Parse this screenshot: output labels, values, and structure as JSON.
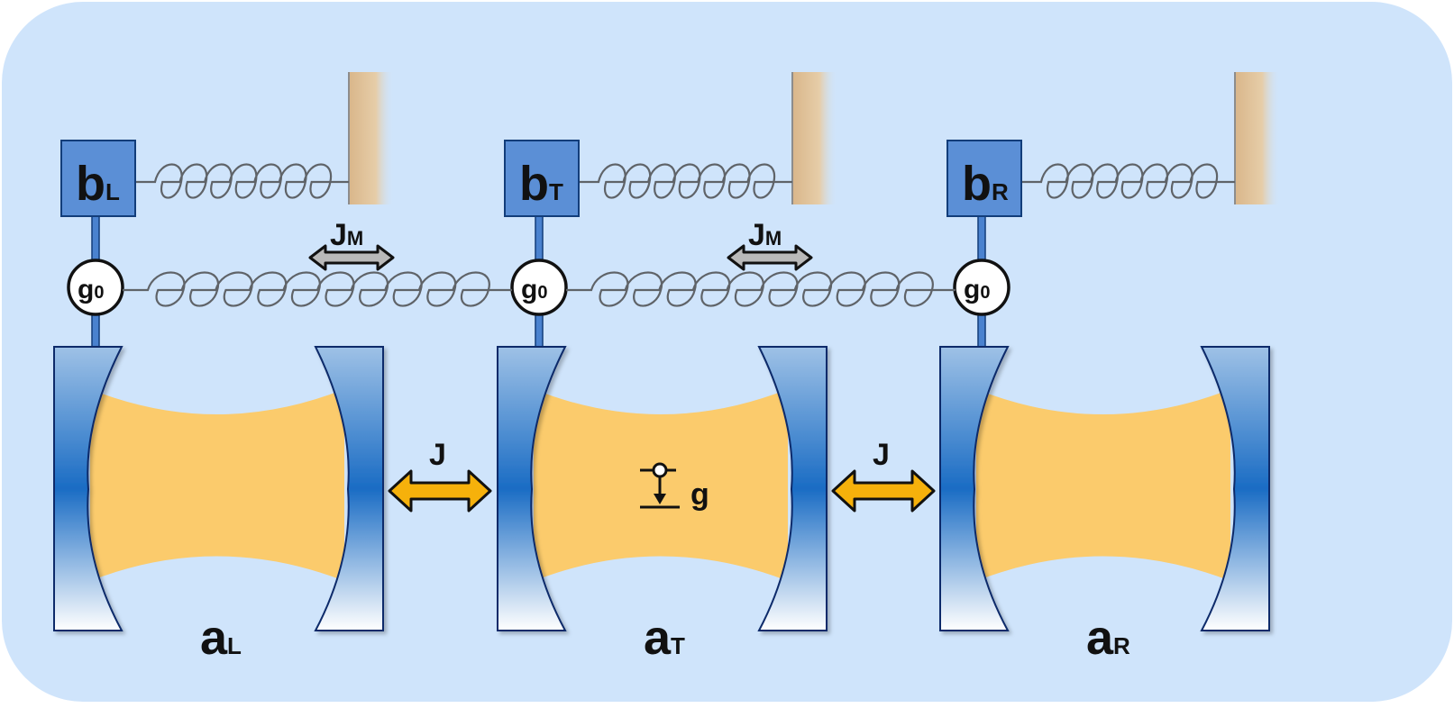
{
  "colors": {
    "background": "#cfe4fb",
    "mechanical_box": "#5b8fd6",
    "cavity_field": "#fbcb6c",
    "mirror_dark": "#1a6cc4",
    "mirror_light": "#ffffff",
    "coupling_arrow_optical": "#f6b10b",
    "coupling_arrow_mechanical": "#b9b9b9",
    "wall": "#d9b68a",
    "spring": "#5f6368"
  },
  "icons": {
    "spring": "helical-spring-icon",
    "wall": "fixed-wall-icon",
    "mirror": "curved-mirror-icon",
    "atom": "two-level-atom-icon",
    "arrow": "double-headed-arrow-icon"
  },
  "units": [
    {
      "mech_base": "b",
      "mech_sub": "L",
      "cav_base": "a",
      "cav_sub": "L",
      "g0_base": "g",
      "g0_sub": "0"
    },
    {
      "mech_base": "b",
      "mech_sub": "T",
      "cav_base": "a",
      "cav_sub": "T",
      "g0_base": "g",
      "g0_sub": "0",
      "atom_label": "g"
    },
    {
      "mech_base": "b",
      "mech_sub": "R",
      "cav_base": "a",
      "cav_sub": "R",
      "g0_base": "g",
      "g0_sub": "0"
    }
  ],
  "couplings": {
    "mechanical": [
      {
        "base": "J",
        "sub": "M"
      },
      {
        "base": "J",
        "sub": "M"
      }
    ],
    "optical": [
      {
        "label": "J"
      },
      {
        "label": "J"
      }
    ]
  }
}
